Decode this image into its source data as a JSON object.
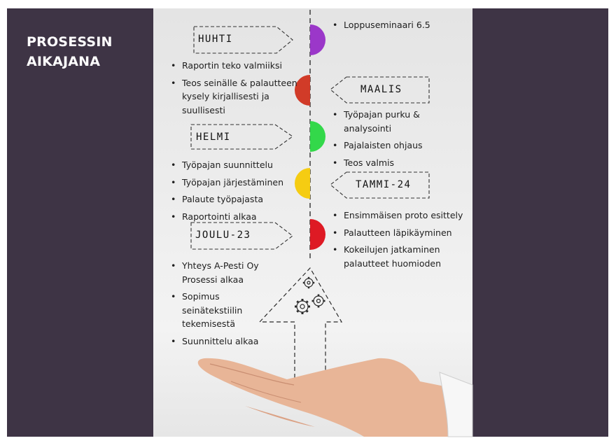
{
  "title": {
    "line1": "PROSESSIN",
    "line2": "AIKAJANA"
  },
  "colors": {
    "frame": "#3e3445",
    "huhti": "#9b37c9",
    "maalis": "#d13b28",
    "helmi": "#33d84a",
    "tammi": "#f5cc12",
    "joulu": "#de1a24"
  },
  "months": {
    "huhti": "HUHTI",
    "maalis": "MAALIS",
    "helmi": "HELMI",
    "tammi": "TAMMI-24",
    "joulu": "JOULU-23"
  },
  "events": {
    "huhti_right": [
      "Loppuseminaari 6.5"
    ],
    "huhti_left": [
      "Raportin teko valmiiksi",
      "Teos seinälle & palautteen kysely kirjallisesti ja suullisesti"
    ],
    "maalis_right": [
      "Työpajan purku & analysointi",
      "Pajalaisten ohjaus",
      "Teos valmis"
    ],
    "helmi_left": [
      "Työpajan suunnittelu",
      "Työpajan järjestäminen",
      "Palaute työpajasta",
      "Raportointi alkaa"
    ],
    "tammi_right": [
      "Ensimmäisen proto esittely",
      "Palautteen läpikäyminen",
      "Kokeilujen jatkaminen palautteet huomioden"
    ],
    "joulu_left": [
      "Yhteys A-Pesti Oy Prosessi alkaa",
      "Sopimus seinätekstiilin tekemisestä",
      "Suunnittelu alkaa"
    ]
  },
  "icons": {
    "gears": "gears-icon",
    "arrow": "up-arrow-outline",
    "hand": "open-hand-image"
  }
}
